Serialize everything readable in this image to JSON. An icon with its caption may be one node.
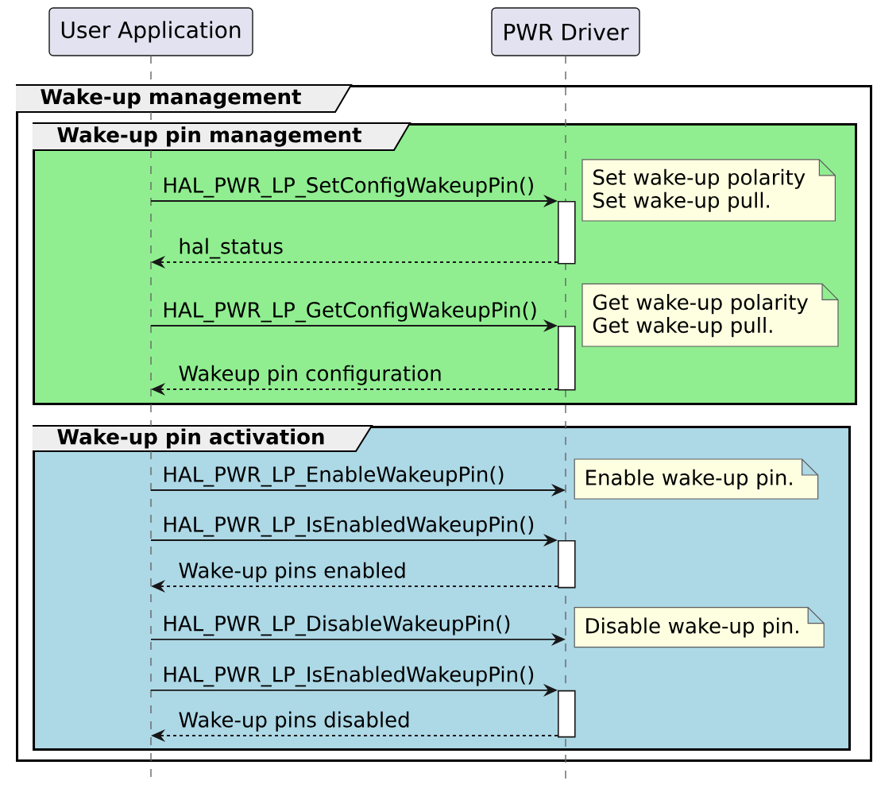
{
  "diagram": {
    "nodes": [
      {
        "text": [
          "User Application"
        ]
      },
      {
        "text": [
          "PWR Driver"
        ]
      },
      {
        "text": [],
        "shape": "line"
      },
      {
        "text": [],
        "shape": "line"
      },
      {
        "text": [
          "Wake-up management"
        ]
      },
      {
        "text": [
          "Wake-up pin management"
        ],
        "in": 4
      },
      {
        "text": [
          "Set wake-up polarity Set wake-up pull."
        ],
        "in": 5
      },
      {
        "text": [],
        "shape": "bar",
        "in": 5
      },
      {
        "text": [
          "Get wake-up polarity Get wake-up pull."
        ],
        "in": 5
      },
      {
        "text": [],
        "shape": "bar",
        "in": 5
      },
      {
        "text": [
          "Wake-up pin activation"
        ],
        "in": 4
      },
      {
        "text": [
          "Enable wake-up pin."
        ],
        "in": 10
      },
      {
        "text": [],
        "shape": "bar",
        "in": 10
      },
      {
        "text": [
          "Disable wake-up pin."
        ],
        "in": 10
      },
      {
        "text": [],
        "shape": "bar",
        "in": 10
      }
    ],
    "edges": [
      {
        "from": 2,
        "to": 7,
        "arrow": "to",
        "label": "HAL_PWR_LP_SetConfigWakeupPin()"
      },
      {
        "from": 7,
        "to": 2,
        "arrow": "to",
        "label": "hal_status",
        "style": "dashed"
      },
      {
        "from": 2,
        "to": 9,
        "arrow": "to",
        "label": "HAL_PWR_LP_GetConfigWakeupPin()"
      },
      {
        "from": 9,
        "to": 2,
        "arrow": "to",
        "label": "Wakeup pin configuration",
        "style": "dashed"
      },
      {
        "from": 2,
        "to": 3,
        "arrow": "to",
        "label": "HAL_PWR_LP_EnableWakeupPin()"
      },
      {
        "from": 2,
        "to": 12,
        "arrow": "to",
        "label": "HAL_PWR_LP_IsEnabledWakeupPin()"
      },
      {
        "from": 12,
        "to": 2,
        "arrow": "to",
        "label": "Wake-up pins enabled",
        "style": "dashed"
      },
      {
        "from": 2,
        "to": 3,
        "arrow": "to",
        "label": "HAL_PWR_LP_DisableWakeupPin()"
      },
      {
        "from": 2,
        "to": 14,
        "arrow": "to",
        "label": "HAL_PWR_LP_IsEnabledWakeupPin()"
      },
      {
        "from": 14,
        "to": 2,
        "arrow": "to",
        "label": "Wake-up pins disabled",
        "style": "dashed"
      }
    ]
  }
}
